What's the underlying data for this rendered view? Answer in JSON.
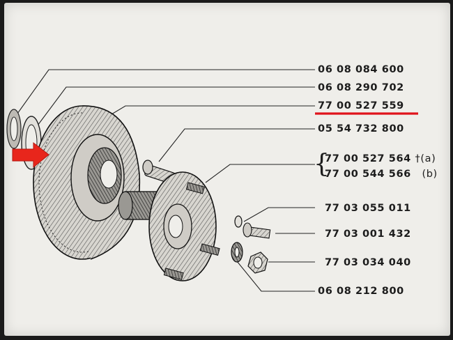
{
  "callouts": [
    {
      "part": "06 08 084 600"
    },
    {
      "part": "06 08 290 702"
    },
    {
      "part": "77 00 527 559",
      "highlighted": true
    },
    {
      "part": "05 54 732 800"
    },
    {
      "part": "77 00 527 564",
      "suffix": "†(a)"
    },
    {
      "part": "77 00 544 566",
      "suffix": "(b)"
    },
    {
      "part": "77 03 055 011"
    },
    {
      "part": "77 03 001 432"
    },
    {
      "part": "77 03 034 040"
    },
    {
      "part": "06 08 212 800"
    }
  ],
  "colors": {
    "highlight_underline": "#e0141c",
    "pointer_arrow": "#e8261c",
    "ink": "#1c1c1c",
    "paper": "#efeeea"
  }
}
